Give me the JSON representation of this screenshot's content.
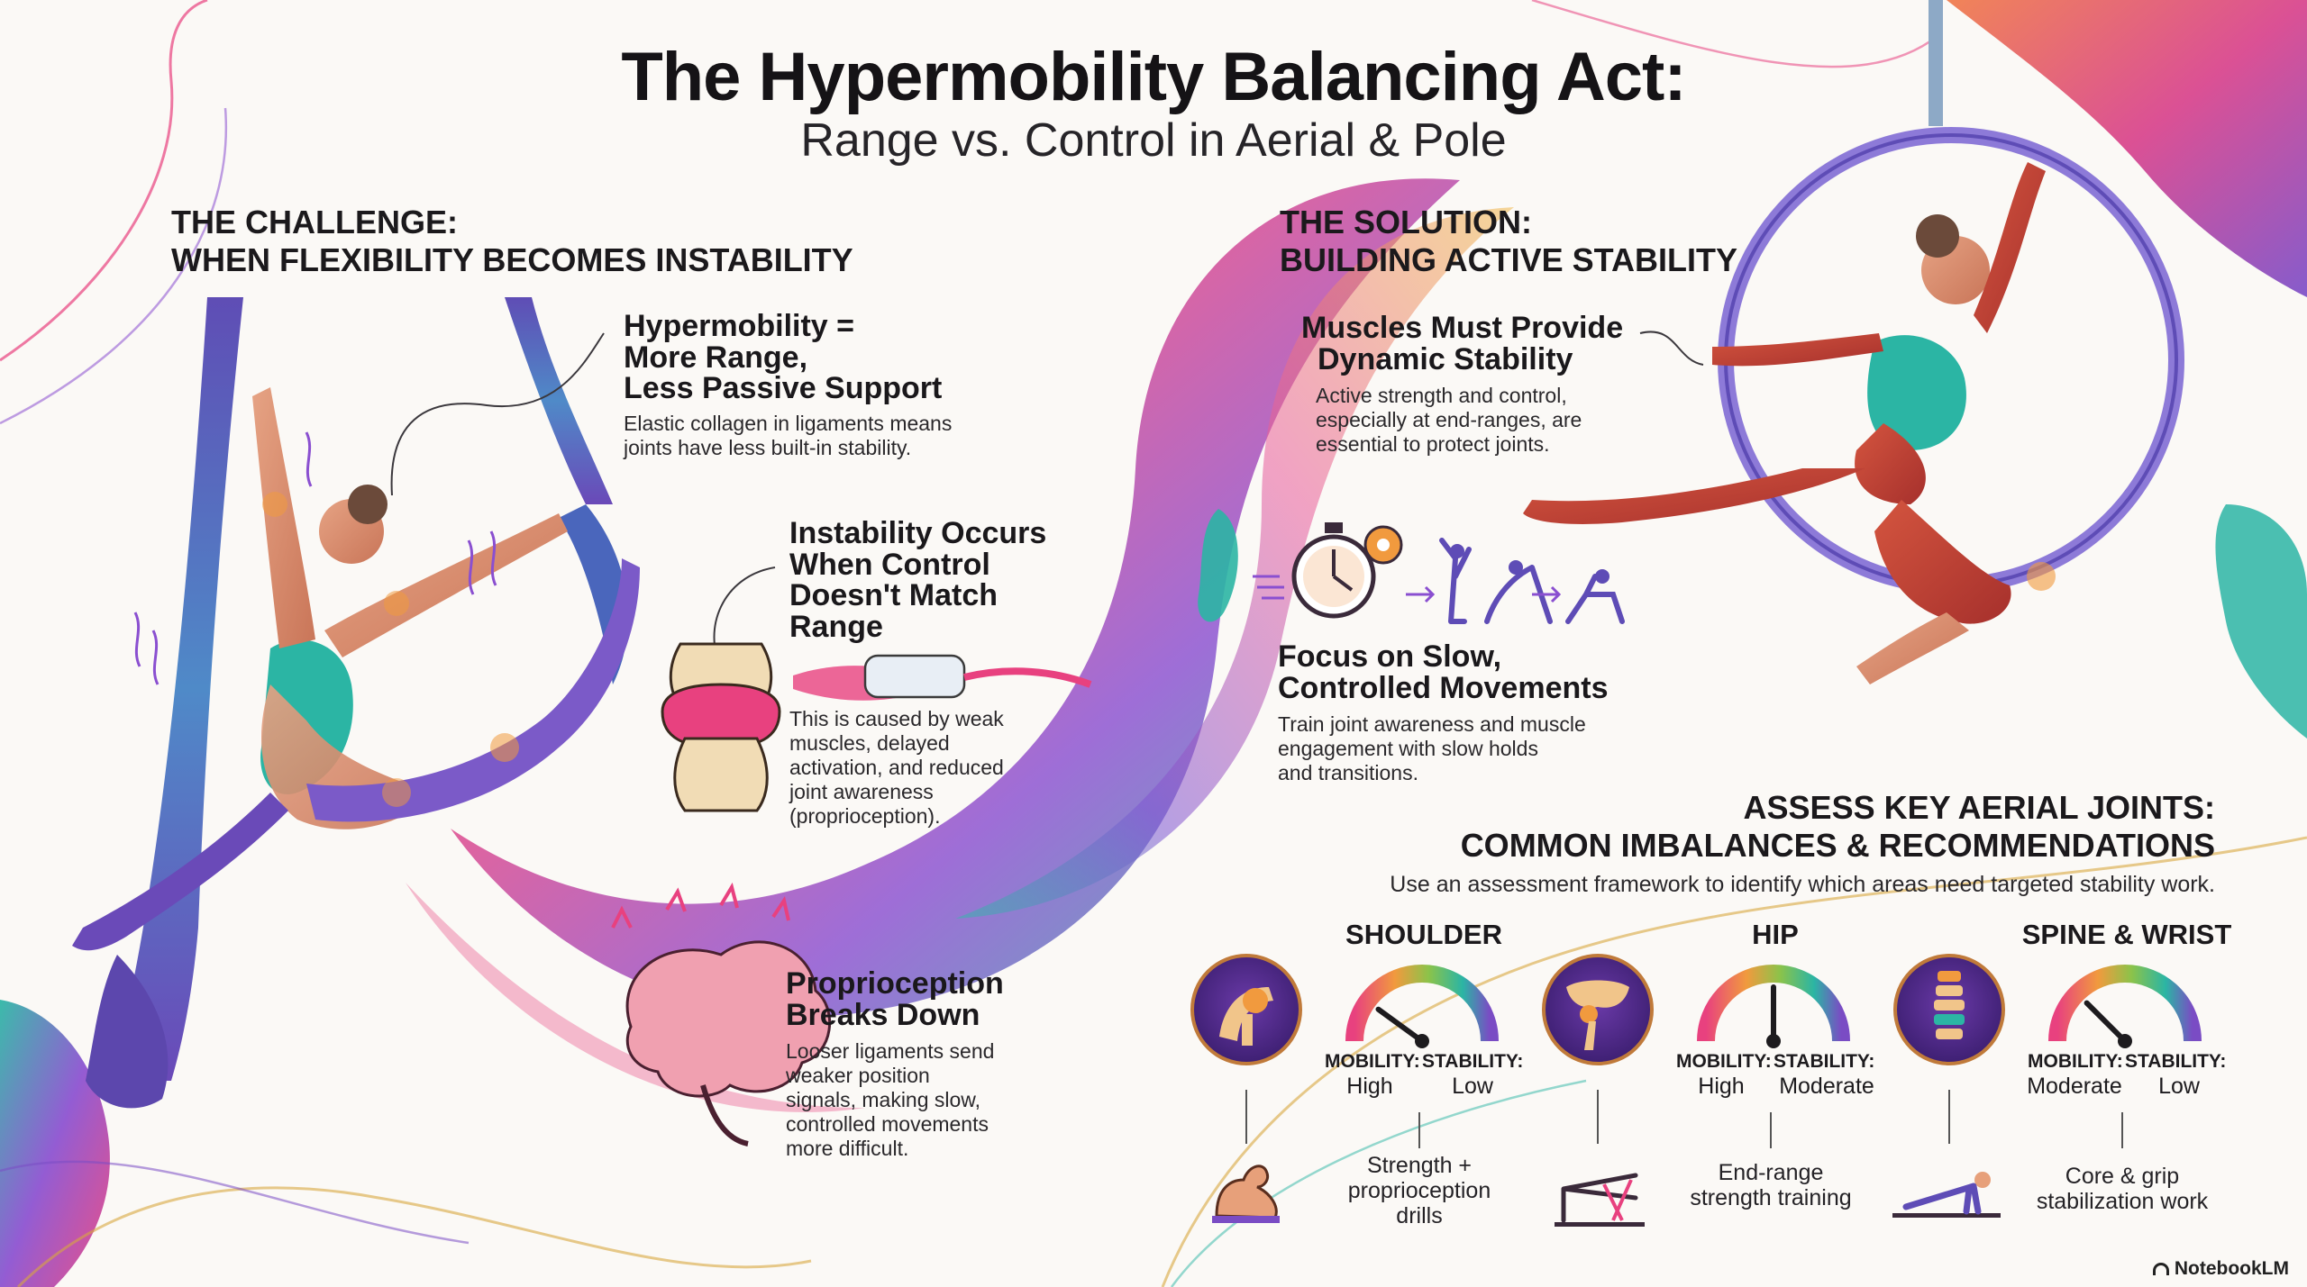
{
  "title": {
    "main": "The Hypermobility Balancing Act:",
    "sub": "Range vs. Control in Aerial & Pole"
  },
  "challenge": {
    "heading_line1": "THE CHALLENGE:",
    "heading_line2": "WHEN FLEXIBILITY BECOMES INSTABILITY",
    "blocks": [
      {
        "title_lines": [
          "Hypermobility =",
          "More Range,",
          "Less Passive Support"
        ],
        "text_lines": [
          "Elastic collagen in ligaments means",
          "joints have less built-in stability."
        ]
      },
      {
        "title_lines": [
          "Instability Occurs",
          "When Control",
          "Doesn't Match",
          "Range"
        ],
        "text_lines": [
          "This is caused by weak",
          "muscles, delayed",
          "activation, and reduced",
          "joint awareness",
          "(proprioception)."
        ]
      },
      {
        "title_lines": [
          "Proprioception",
          "Breaks Down"
        ],
        "text_lines": [
          "Looser ligaments send",
          "weaker position",
          "signals, making slow,",
          "controlled movements",
          "more difficult."
        ]
      }
    ]
  },
  "solution": {
    "heading_line1": "THE SOLUTION:",
    "heading_line2": "BUILDING ACTIVE STABILITY",
    "blocks": [
      {
        "title_lines": [
          "Muscles Must Provide",
          "Dynamic Stability"
        ],
        "text_lines": [
          "Active strength and control,",
          "especially at end-ranges, are",
          "essential to protect joints."
        ]
      },
      {
        "title_lines": [
          "Focus on Slow,",
          "Controlled Movements"
        ],
        "text_lines": [
          "Train joint awareness and muscle",
          "engagement with slow holds",
          "and transitions."
        ]
      }
    ]
  },
  "assess": {
    "heading_line1": "ASSESS KEY AERIAL JOINTS:",
    "heading_line2": "COMMON IMBALANCES & RECOMMENDATIONS",
    "intro": "Use an assessment framework to identify which areas need targeted stability work.",
    "mobility_label": "MOBILITY:",
    "stability_label": "STABILITY:",
    "joints": [
      {
        "name": "SHOULDER",
        "mobility": "High",
        "stability": "Low",
        "stability_level": 0.2,
        "icon": "shoulder-joint-icon",
        "rec_icon": "flexed-arm-icon",
        "rec_lines": [
          "Strength +",
          "proprioception",
          "drills"
        ]
      },
      {
        "name": "HIP",
        "mobility": "High",
        "stability": "Moderate",
        "stability_level": 0.5,
        "icon": "hip-joint-icon",
        "rec_icon": "resistance-band-leg-icon",
        "rec_lines": [
          "End-range",
          "strength training"
        ]
      },
      {
        "name": "SPINE & WRIST",
        "mobility": "Moderate",
        "stability": "Low",
        "stability_level": 0.25,
        "icon": "spine-icon",
        "rec_icon": "plank-icon",
        "rec_lines": [
          "Core & grip",
          "stabilization work"
        ]
      }
    ]
  },
  "brand": "NotebookLM",
  "colors": {
    "pink": "#e8417f",
    "purple": "#7a4cc4",
    "teal": "#2bb5a4",
    "orange": "#f19a3e",
    "text": "#1d1b1e"
  }
}
